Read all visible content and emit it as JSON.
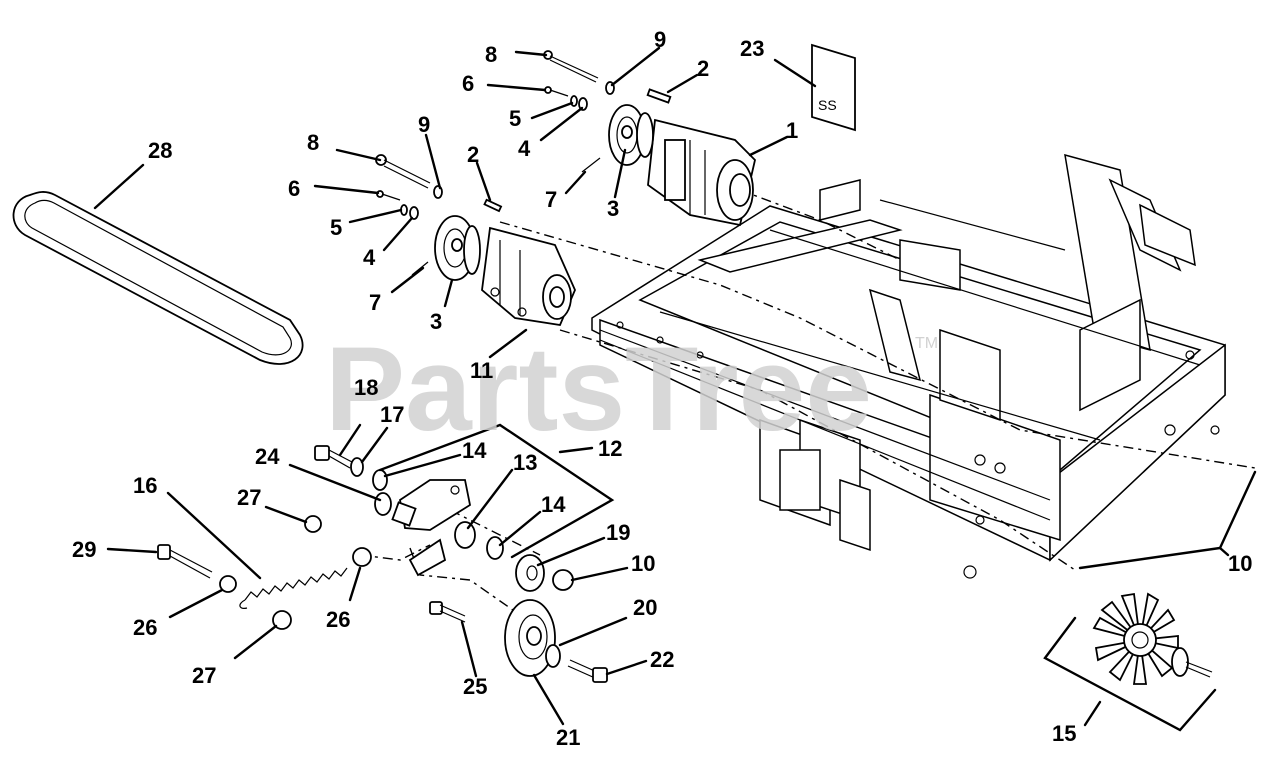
{
  "watermark": {
    "text": "PartsTree",
    "trademark": "TM"
  },
  "callouts": [
    {
      "id": "c-8a",
      "text": "8"
    },
    {
      "id": "c-9a",
      "text": "9"
    },
    {
      "id": "c-2a",
      "text": "2"
    },
    {
      "id": "c-23",
      "text": "23"
    },
    {
      "id": "c-6a",
      "text": "6"
    },
    {
      "id": "c-5a",
      "text": "5"
    },
    {
      "id": "c-4a",
      "text": "4"
    },
    {
      "id": "c-1",
      "text": "1"
    },
    {
      "id": "c-7a",
      "text": "7"
    },
    {
      "id": "c-3a",
      "text": "3"
    },
    {
      "id": "c-28",
      "text": "28"
    },
    {
      "id": "c-8b",
      "text": "8"
    },
    {
      "id": "c-9b",
      "text": "9"
    },
    {
      "id": "c-2b",
      "text": "2"
    },
    {
      "id": "c-6b",
      "text": "6"
    },
    {
      "id": "c-5b",
      "text": "5"
    },
    {
      "id": "c-4b",
      "text": "4"
    },
    {
      "id": "c-7b",
      "text": "7"
    },
    {
      "id": "c-3b",
      "text": "3"
    },
    {
      "id": "c-11",
      "text": "11"
    },
    {
      "id": "c-18",
      "text": "18"
    },
    {
      "id": "c-17",
      "text": "17"
    },
    {
      "id": "c-24",
      "text": "24"
    },
    {
      "id": "c-14a",
      "text": "14"
    },
    {
      "id": "c-12",
      "text": "12"
    },
    {
      "id": "c-13",
      "text": "13"
    },
    {
      "id": "c-16",
      "text": "16"
    },
    {
      "id": "c-27a",
      "text": "27"
    },
    {
      "id": "c-14b",
      "text": "14"
    },
    {
      "id": "c-19",
      "text": "19"
    },
    {
      "id": "c-29",
      "text": "29"
    },
    {
      "id": "c-10a",
      "text": "10"
    },
    {
      "id": "c-10b",
      "text": "10"
    },
    {
      "id": "c-26a",
      "text": "26"
    },
    {
      "id": "c-26b",
      "text": "26"
    },
    {
      "id": "c-20",
      "text": "20"
    },
    {
      "id": "c-22",
      "text": "22"
    },
    {
      "id": "c-27b",
      "text": "27"
    },
    {
      "id": "c-25",
      "text": "25"
    },
    {
      "id": "c-21",
      "text": "21"
    },
    {
      "id": "c-15",
      "text": "15"
    }
  ]
}
